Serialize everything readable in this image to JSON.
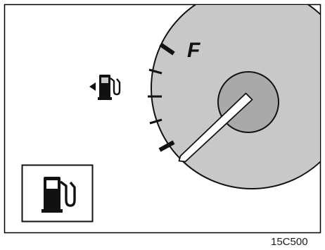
{
  "gauge": {
    "full_label": "F",
    "needle_level": 0.0,
    "direction_marker": "left-arrow-icon",
    "low_fuel_symbol": "fuel-pump-icon",
    "face_color": "#c8c8c8",
    "hub_color": "#a9a9a9",
    "needle_color": "#ffffff"
  },
  "indicator": {
    "symbol": "fuel-pump-icon"
  },
  "figure_code": "15C500"
}
